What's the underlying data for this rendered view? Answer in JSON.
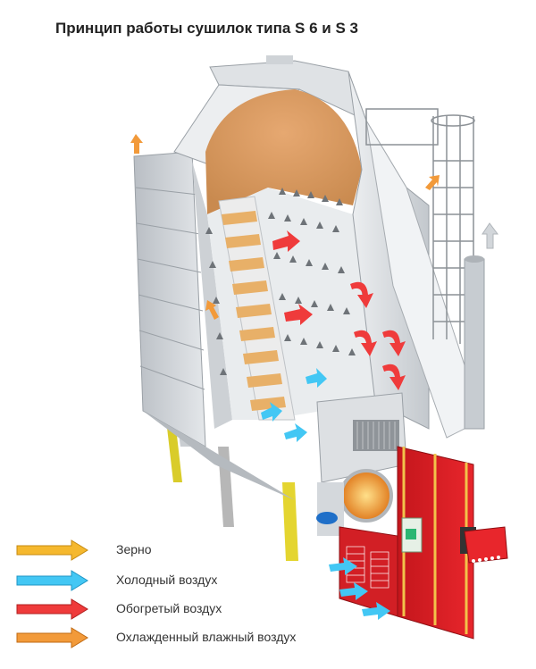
{
  "title": "Принцип работы сушилок типа S 6 и S 3",
  "colors": {
    "grain": "#f5b82e",
    "cold_air": "#43c7f4",
    "heated_air": "#ef3b3b",
    "moist_air": "#f29a3a",
    "burner_housing": "#e0242a"
  },
  "legend": [
    {
      "label": "Зерно",
      "color": "#f5b82e"
    },
    {
      "label": "Холодный воздух",
      "color": "#43c7f4"
    },
    {
      "label": "Обогретый воздух",
      "color": "#ef3b3b"
    },
    {
      "label": "Охлажденный влажный воздух",
      "color": "#f29a3a"
    }
  ]
}
